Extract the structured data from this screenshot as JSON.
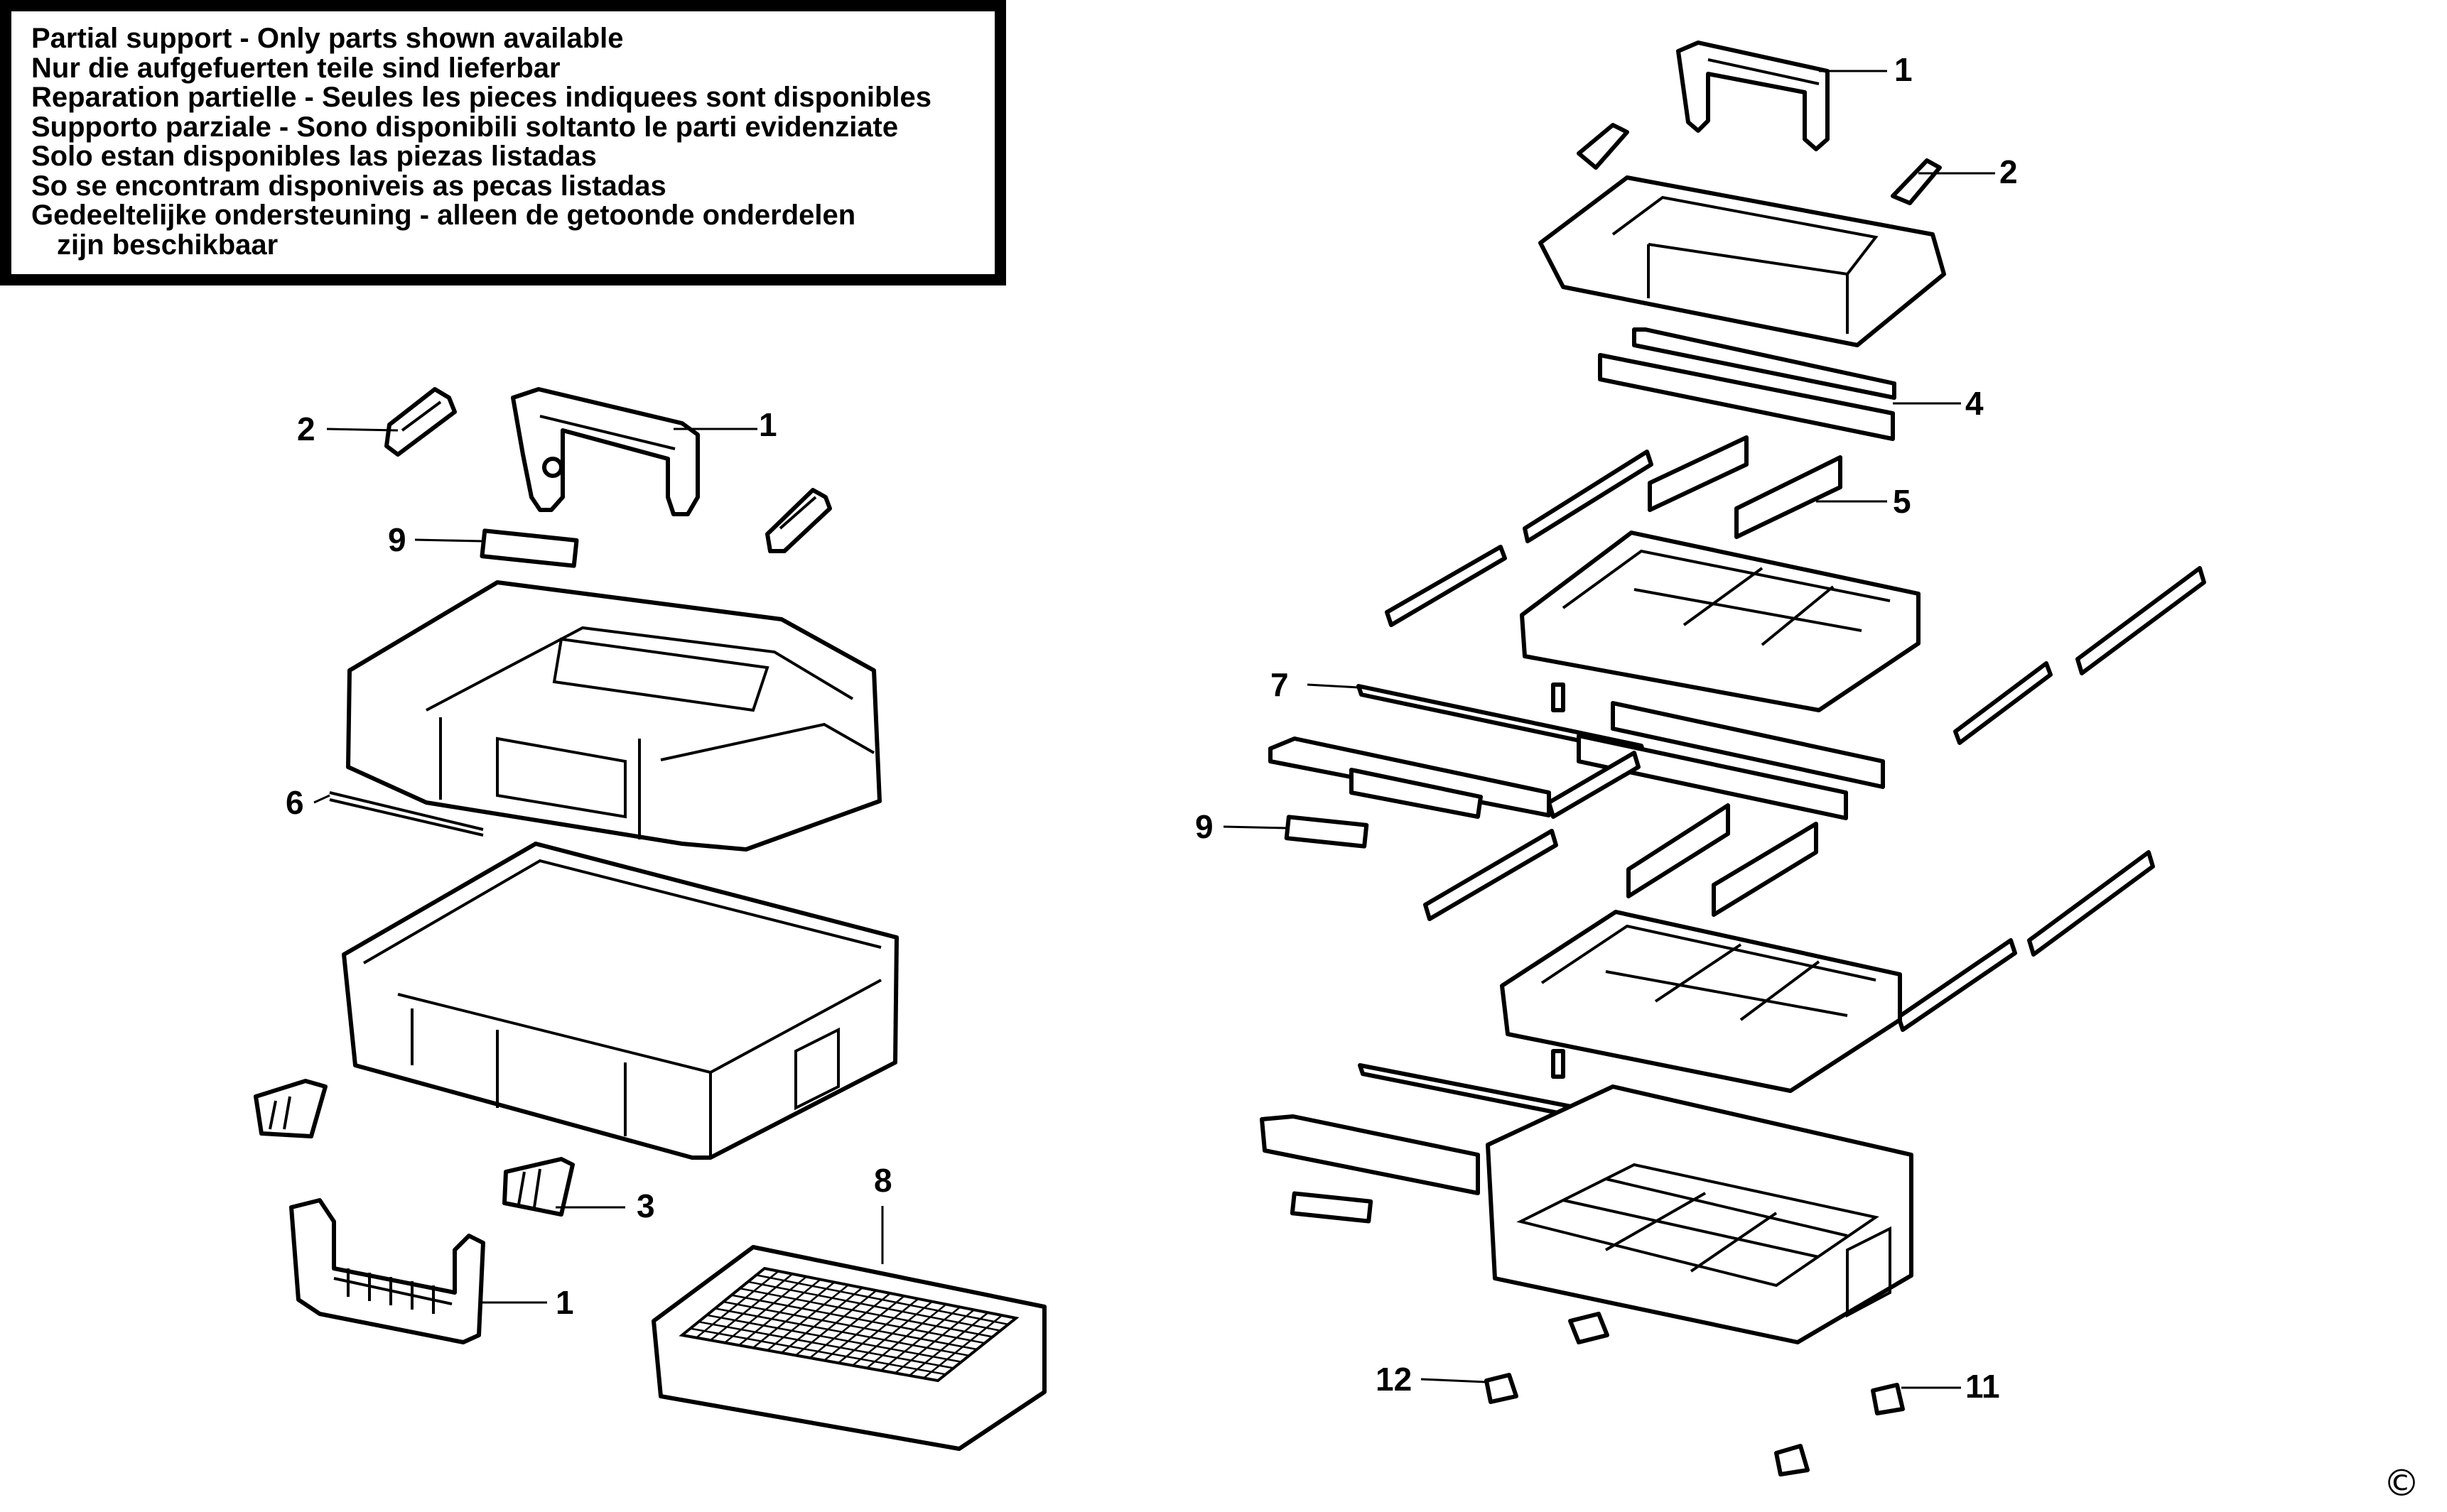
{
  "notice": {
    "lines": [
      "Partial support - Only parts shown available",
      "Nur die aufgefuerten teile sind lieferbar",
      "Reparation partielle - Seules les pieces indiquees sont disponibles",
      "Supporto parziale - Sono disponibili soltanto le parti evidenziate",
      "Solo estan disponibles las piezas listadas",
      "So se encontram disponiveis as pecas listadas",
      "Gedeeltelijke ondersteuning - alleen de getoonde onderdelen",
      "zijn beschikbaar"
    ]
  },
  "callouts": {
    "left_1_top": "1",
    "left_2": "2",
    "left_9": "9",
    "left_6": "6",
    "left_3": "3",
    "left_1_bottom": "1",
    "left_8": "8",
    "right_1": "1",
    "right_2": "2",
    "right_4": "4",
    "right_5": "5",
    "right_7": "7",
    "right_9": "9",
    "right_12": "12",
    "right_11": "11"
  },
  "copyright": "©"
}
